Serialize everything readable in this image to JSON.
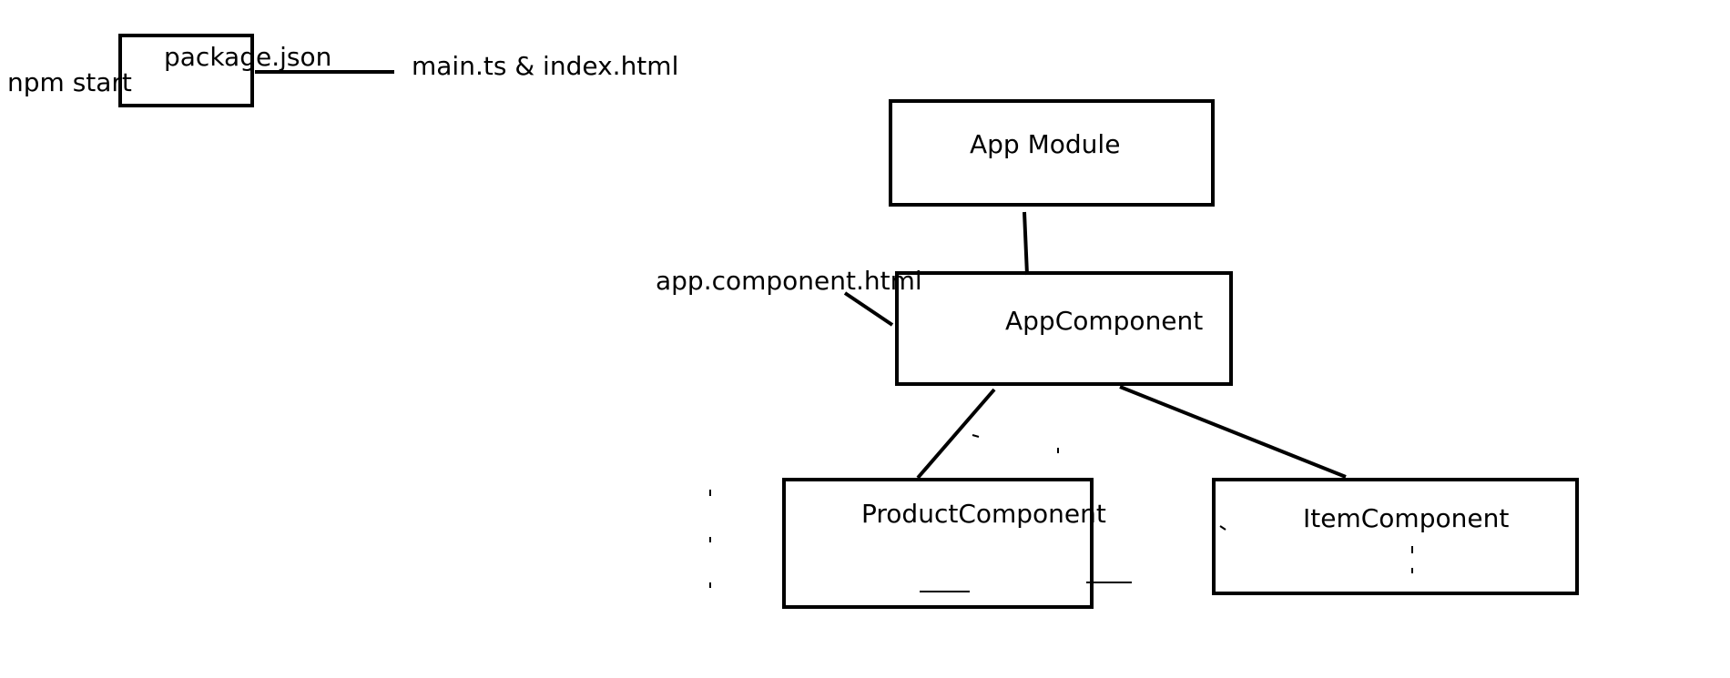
{
  "labels": {
    "npm_start": "npm start",
    "package_json": "package.json",
    "main_index": "main.ts & index.html",
    "app_module": "App Module",
    "app_component_html": "app.component.html",
    "app_component": "AppComponent",
    "product_component": "ProductComponent",
    "item_component": "ItemComponent"
  },
  "colors": {
    "stroke": "#000000",
    "background": "#ffffff"
  }
}
